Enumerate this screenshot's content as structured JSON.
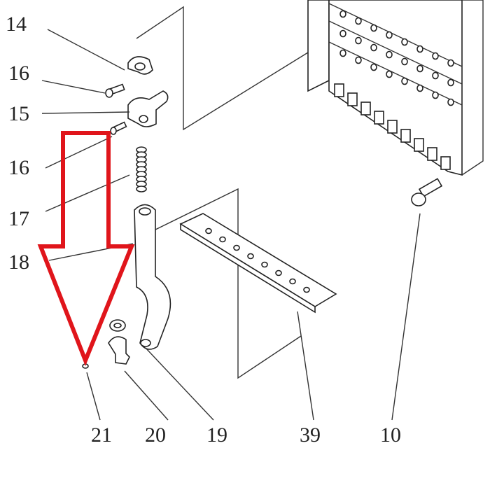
{
  "labels": {
    "l14": "14",
    "l16a": "16",
    "l15": "15",
    "l16b": "16",
    "l17": "17",
    "l18": "18",
    "l21": "21",
    "l20": "20",
    "l19": "19",
    "l39": "39",
    "l10": "10"
  },
  "colors": {
    "arrow": "#e0151b",
    "line": "#333333"
  },
  "highlight": {
    "icon": "down-arrow-icon",
    "target_part": "21"
  }
}
